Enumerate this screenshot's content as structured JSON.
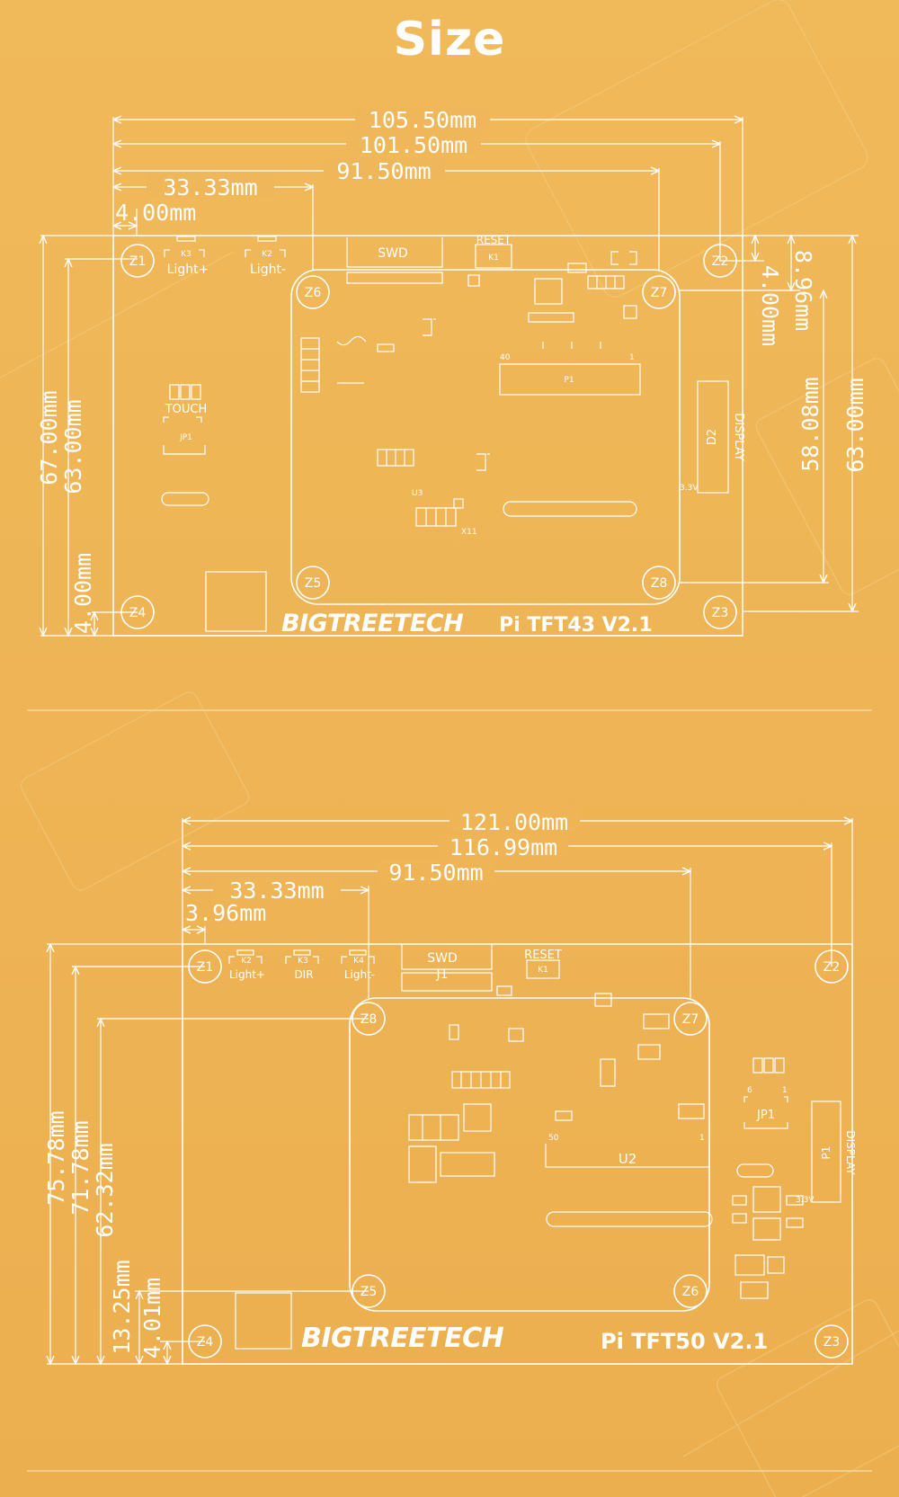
{
  "title": "Size",
  "colors": {
    "background": "#eeb656",
    "line": "#ffffff"
  },
  "boards": [
    {
      "brand": "BIGTREETECH",
      "model": "Pi TFT43 V2.1",
      "dims_horizontal": [
        "105.50mm",
        "101.50mm",
        "91.50mm",
        "33.33mm",
        "4.00mm"
      ],
      "dims_vertical_left": [
        "67.00mm",
        "63.00mm",
        "4.00mm"
      ],
      "dims_vertical_right": [
        "4.00mm",
        "8.96mm",
        "58.08mm",
        "63.00mm"
      ],
      "holes": [
        "Z1",
        "Z2",
        "Z3",
        "Z4",
        "Z5",
        "Z6",
        "Z7",
        "Z8"
      ],
      "silk": {
        "k3": "K3",
        "k2": "K2",
        "light_plus": "Light+",
        "light_minus": "Light-",
        "swd": "SWD",
        "reset": "RESET",
        "k1": "K1",
        "touch": "TOUCH",
        "jp1": "JP1",
        "p1": "P1",
        "pin40": "40",
        "pin1": "1",
        "d2": "D2",
        "display": "DISPLAY",
        "v33": "3.3V",
        "u3": "U3",
        "x11": "X11"
      }
    },
    {
      "brand": "BIGTREETECH",
      "model": "Pi TFT50 V2.1",
      "dims_horizontal": [
        "121.00mm",
        "116.99mm",
        "91.50mm",
        "33.33mm",
        "3.96mm"
      ],
      "dims_vertical_left": [
        "75.78mm",
        "71.78mm",
        "62.32mm",
        "13.25mm",
        "4.01mm"
      ],
      "holes": [
        "Z1",
        "Z2",
        "Z3",
        "Z4",
        "Z5",
        "Z6",
        "Z7",
        "Z8"
      ],
      "silk": {
        "k2": "K2",
        "k3": "K3",
        "k4": "K4",
        "light_plus": "Light+",
        "dir": "DIR",
        "light_minus": "Light-",
        "swd": "SWD",
        "j1": "J1",
        "reset": "RESET",
        "k1": "K1",
        "u2": "U2",
        "p50": "50",
        "p1": "1",
        "pin6": "6",
        "pin1": "1",
        "jp1": "JP1",
        "p1_label": "P1",
        "display": "DISPLAY",
        "v33": "3.3V"
      }
    }
  ]
}
